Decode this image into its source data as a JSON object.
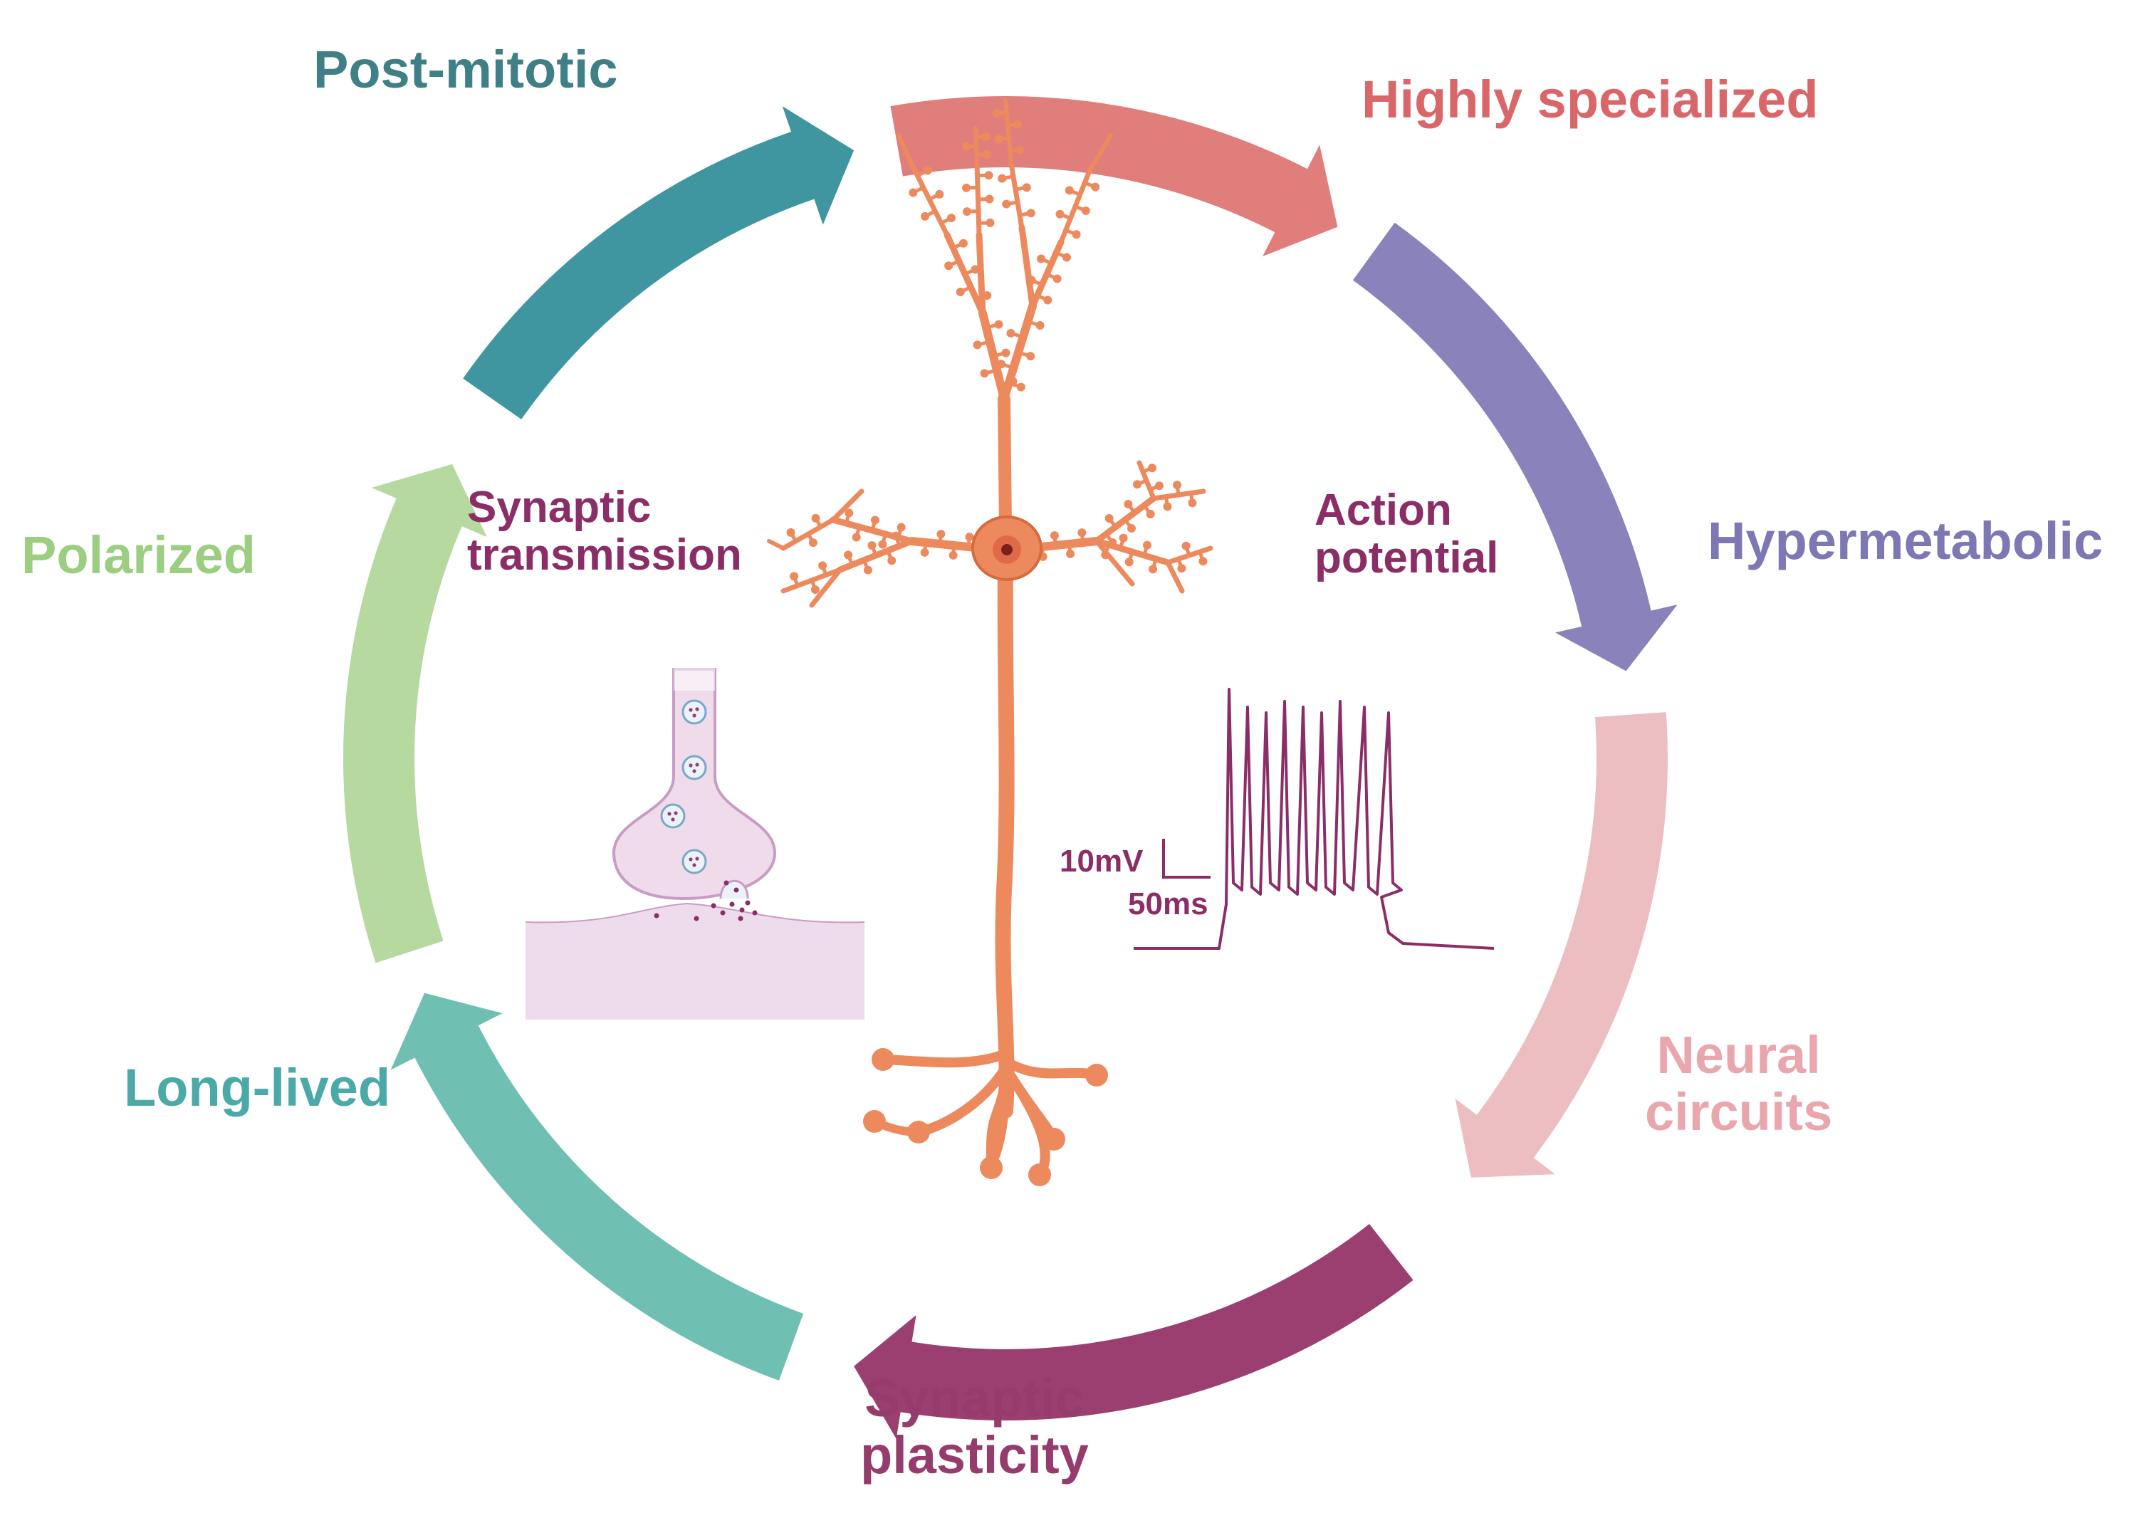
{
  "colors": {
    "post_mitotic": "#3f96a0",
    "highly_specialized": "#e07e7c",
    "hypermetabolic": "#8a83bb",
    "neural_circuits": "#ecbdc1",
    "synaptic_plasticity": "#9a3f70",
    "long_lived": "#6fbfb3",
    "polarized": "#b5d99e",
    "neuron": "#ec8a5e",
    "neuron_outline": "#d86a3c",
    "inner_text": "#8b2d66",
    "trace": "#8b2d66",
    "synapse_fill": "#f0dbeb",
    "synapse_stroke": "#c99cc4",
    "post_synapse_fill": "#eedcec",
    "vesicle": "#7aa6c9"
  },
  "cycle": {
    "post_mitotic": "Post-mitotic",
    "highly_specialized": "Highly specialized",
    "hypermetabolic": "Hypermetabolic",
    "neural_circuits": [
      "Neural",
      "circuits"
    ],
    "synaptic_plasticity": [
      "Synaptic",
      "plasticity"
    ],
    "long_lived": "Long-lived",
    "polarized": "Polarized"
  },
  "center": {
    "synaptic_transmission": [
      "Synaptic",
      "transmission"
    ],
    "action_potential": [
      "Action",
      "potential"
    ],
    "scale_voltage": "10mV",
    "scale_time": "50ms",
    "neuron_icon": "neuron-icon",
    "synapse_icon": "synapse-icon",
    "spike_count": 9
  }
}
